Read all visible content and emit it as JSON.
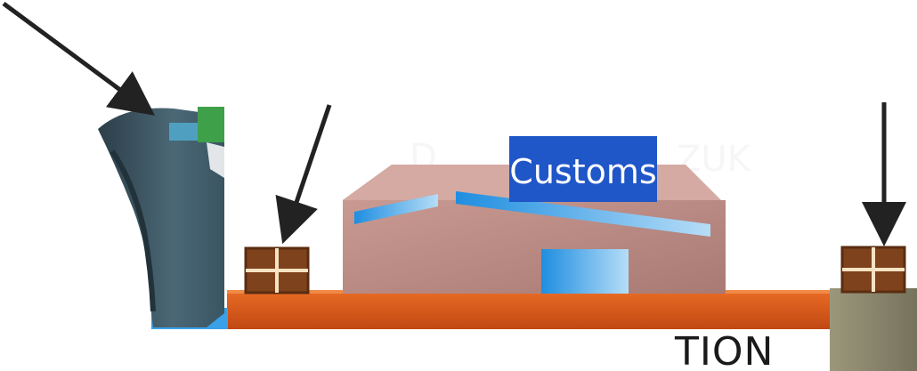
{
  "customs_sign": {
    "label": "Customs",
    "color": "#1f56c8"
  },
  "caption": {
    "fragment": "TION"
  },
  "colors": {
    "dock": "#d4541a",
    "building_wall": "#b88c86",
    "window_blue": "#3aa0e8",
    "ship_hull": "#3d5866",
    "crate": "#8a4a22",
    "arrow": "#222222",
    "land_block": "#8c8a70"
  },
  "elements": {
    "arrows": [
      {
        "name": "arrow-to-ship",
        "points_at": "ship"
      },
      {
        "name": "arrow-to-left-crate",
        "points_at": "left-crate"
      },
      {
        "name": "arrow-to-right-crate",
        "points_at": "right-crate"
      }
    ],
    "icons": [
      "ship-icon",
      "customs-building-icon",
      "crate-icon",
      "crate-icon"
    ]
  }
}
